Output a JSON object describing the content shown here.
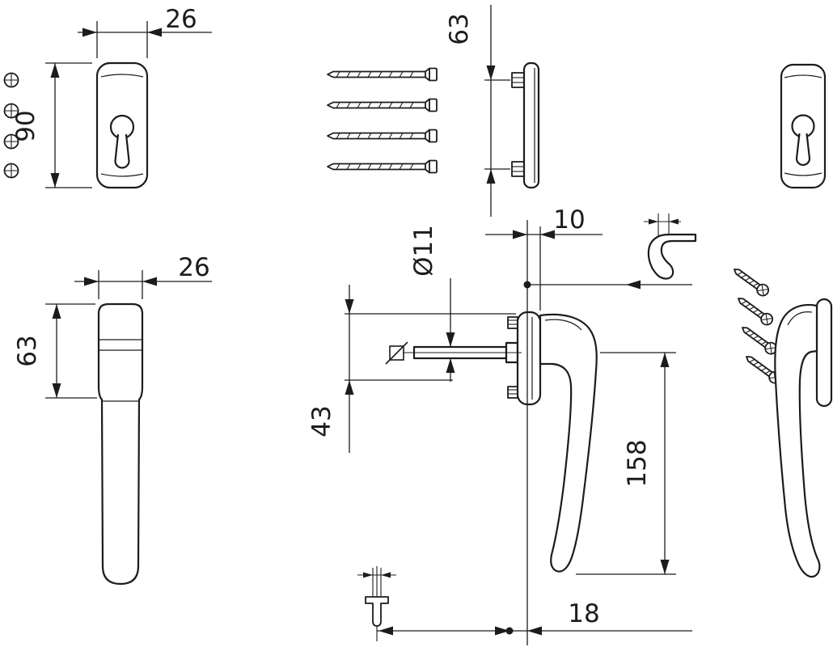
{
  "diagram": {
    "type": "technical drawing",
    "subject": "Window handle with backplates, fixing screws and spindle",
    "ink_color": "#1c1c1c",
    "paper_color": "#ffffff",
    "dimensions": {
      "backplate_width": "26",
      "backplate_height": "90",
      "handle_width": "26",
      "handle_base_height": "63",
      "fixing_pin_spacing": "63",
      "neck_diameter": "Ø11",
      "center_offset": "10",
      "spindle_to_edge": "43",
      "handle_length": "158",
      "base_offset": "18"
    }
  }
}
